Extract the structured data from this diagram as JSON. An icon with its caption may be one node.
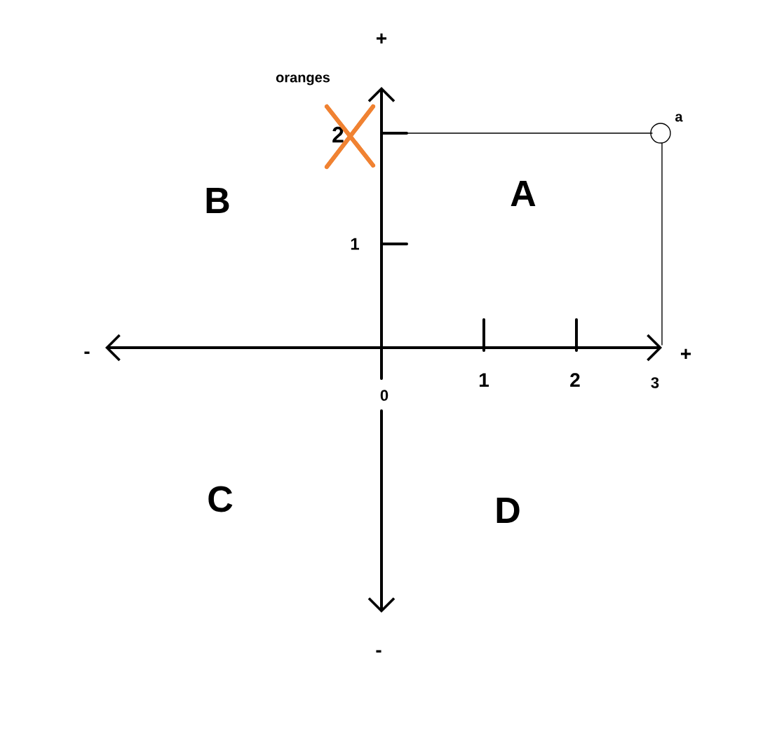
{
  "diagram": {
    "labels": [
      "+",
      "oranges",
      "2",
      "a",
      "A",
      "B",
      "1",
      "-",
      "+",
      "0",
      "1",
      "2",
      "3",
      "C",
      "D",
      "-"
    ]
  }
}
